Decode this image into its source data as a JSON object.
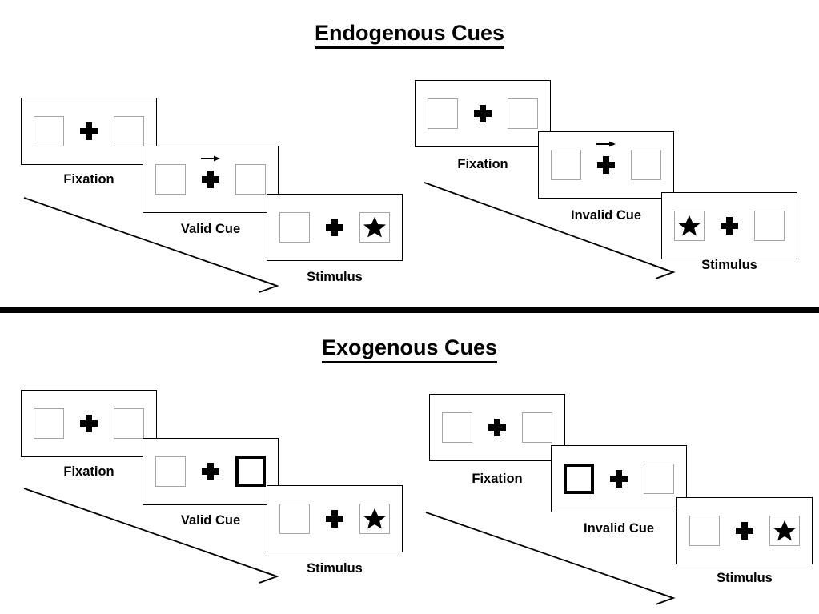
{
  "figure": {
    "type": "diagram",
    "description": "Posner spatial cueing paradigm trial sequences"
  },
  "colors": {
    "ink": "#000000",
    "box_border": "#a6a6a6",
    "frame_border": "#000000",
    "background": "#ffffff",
    "cue_highlight": "#000000"
  },
  "sections": [
    {
      "id": "endogenous",
      "title": "Endogenous Cues",
      "cue_type": "central-arrow",
      "sequences": [
        {
          "id": "endogenous-valid",
          "frames": [
            {
              "caption": "Fixation",
              "cue": "none",
              "target": "none"
            },
            {
              "caption": "Valid Cue",
              "cue": "arrow-right",
              "target": "none"
            },
            {
              "caption": "Stimulus",
              "cue": "none",
              "target": "right"
            }
          ]
        },
        {
          "id": "endogenous-invalid",
          "frames": [
            {
              "caption": "Fixation",
              "cue": "none",
              "target": "none"
            },
            {
              "caption": "Invalid Cue",
              "cue": "arrow-right",
              "target": "none"
            },
            {
              "caption": "Stimulus",
              "cue": "none",
              "target": "left"
            }
          ]
        }
      ]
    },
    {
      "id": "exogenous",
      "title": "Exogenous Cues",
      "cue_type": "peripheral-flash",
      "sequences": [
        {
          "id": "exogenous-valid",
          "frames": [
            {
              "caption": "Fixation",
              "cue": "none",
              "target": "none"
            },
            {
              "caption": "Valid Cue",
              "cue": "flash-right",
              "target": "none"
            },
            {
              "caption": "Stimulus",
              "cue": "none",
              "target": "right"
            }
          ]
        },
        {
          "id": "exogenous-invalid",
          "frames": [
            {
              "caption": "Fixation",
              "cue": "none",
              "target": "none"
            },
            {
              "caption": "Invalid Cue",
              "cue": "flash-left",
              "target": "none"
            },
            {
              "caption": "Stimulus",
              "cue": "none",
              "target": "right"
            }
          ]
        }
      ]
    }
  ],
  "icons": {
    "target": "star-icon",
    "fixation": "fixation-cross-icon",
    "cue_arrow": "arrow-right-icon",
    "time_arrow": "time-progression-arrow-icon"
  }
}
